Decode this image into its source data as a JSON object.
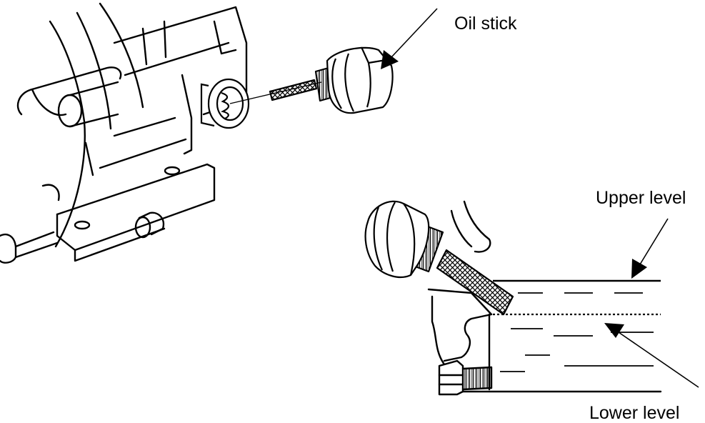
{
  "labels": {
    "oil_stick": "Oil stick",
    "upper_level": "Upper level",
    "lower_level": "Lower level"
  },
  "colors": {
    "line": "#000000",
    "background": "#ffffff",
    "mesh": "#2b2b2b"
  }
}
